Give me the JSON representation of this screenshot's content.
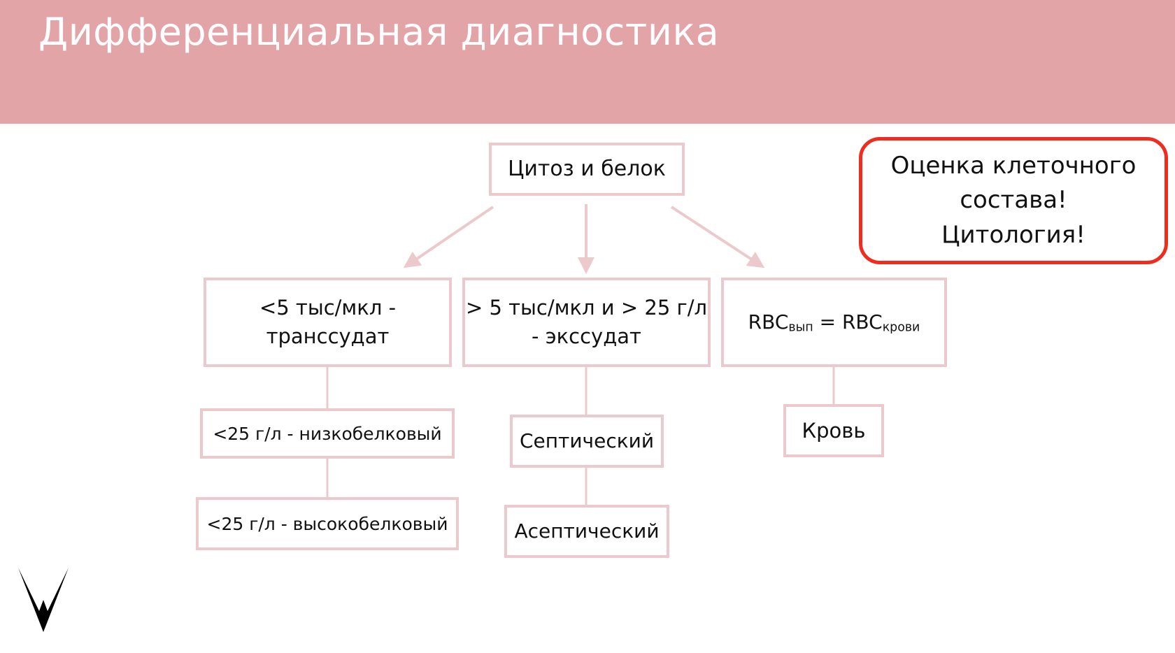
{
  "slide": {
    "title": "Дифференциальная диагностика"
  },
  "diagram": {
    "root": "Цитоз и белок",
    "branch_left": [
      "<5 тыс/мкл -",
      "транссудат"
    ],
    "branch_middle": [
      "> 5 тыс/мкл и > 25 г/л",
      "- экссудат"
    ],
    "branch_right": {
      "lhs": "RBC",
      "lhs_sub": "вып",
      "eq": " = ",
      "rhs": "RBC",
      "rhs_sub": "крови"
    },
    "left_child_1": "<25 г/л - низкобелковый",
    "left_child_2": "<25 г/л - высокобелковый",
    "middle_child_1": "Септический",
    "middle_child_2": "Асептический",
    "right_child_1": "Кровь"
  },
  "callout": {
    "lines": [
      "Оценка клеточного",
      "состава!",
      "Цитология!"
    ]
  },
  "colors": {
    "header_bg": "#e3a4a8",
    "box_border": "#ecc9cd",
    "connector": "#ecc9cd",
    "callout_border": "#ee2d1f"
  },
  "icons": {
    "logo": "v-logo-icon"
  }
}
